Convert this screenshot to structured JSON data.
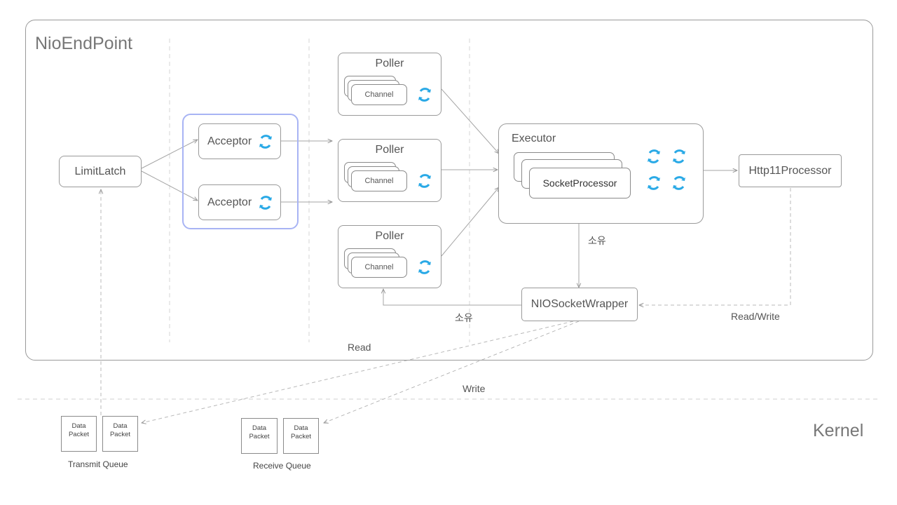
{
  "endpoint": {
    "title": "NioEndPoint"
  },
  "kernel": {
    "title": "Kernel"
  },
  "limit_latch": {
    "label": "LimitLatch"
  },
  "acceptors": [
    {
      "label": "Acceptor"
    },
    {
      "label": "Acceptor"
    }
  ],
  "pollers": [
    {
      "title": "Poller",
      "channel_label": "Channel"
    },
    {
      "title": "Poller",
      "channel_label": "Channel"
    },
    {
      "title": "Poller",
      "channel_label": "Channel"
    }
  ],
  "executor": {
    "title": "Executor",
    "processor_label": "SocketProcessor"
  },
  "http_processor": {
    "label": "Http11Processor"
  },
  "wrapper": {
    "label": "NIOSocketWrapper"
  },
  "edge_labels": {
    "own_executor": "소유",
    "own_poller": "소유",
    "read_write": "Read/Write",
    "read": "Read",
    "write": "Write"
  },
  "transmit_queue": {
    "label": "Transmit Queue",
    "packets": [
      "Data Packet",
      "Data Packet"
    ]
  },
  "receive_queue": {
    "label": "Receive Queue",
    "packets": [
      "Data Packet",
      "Data Packet"
    ]
  },
  "colors": {
    "cycle_icon": "#29a9e6",
    "acceptor_group_border": "#a8b4f4",
    "line": "#9a9a9a",
    "arrow": "#aaaaaa"
  }
}
